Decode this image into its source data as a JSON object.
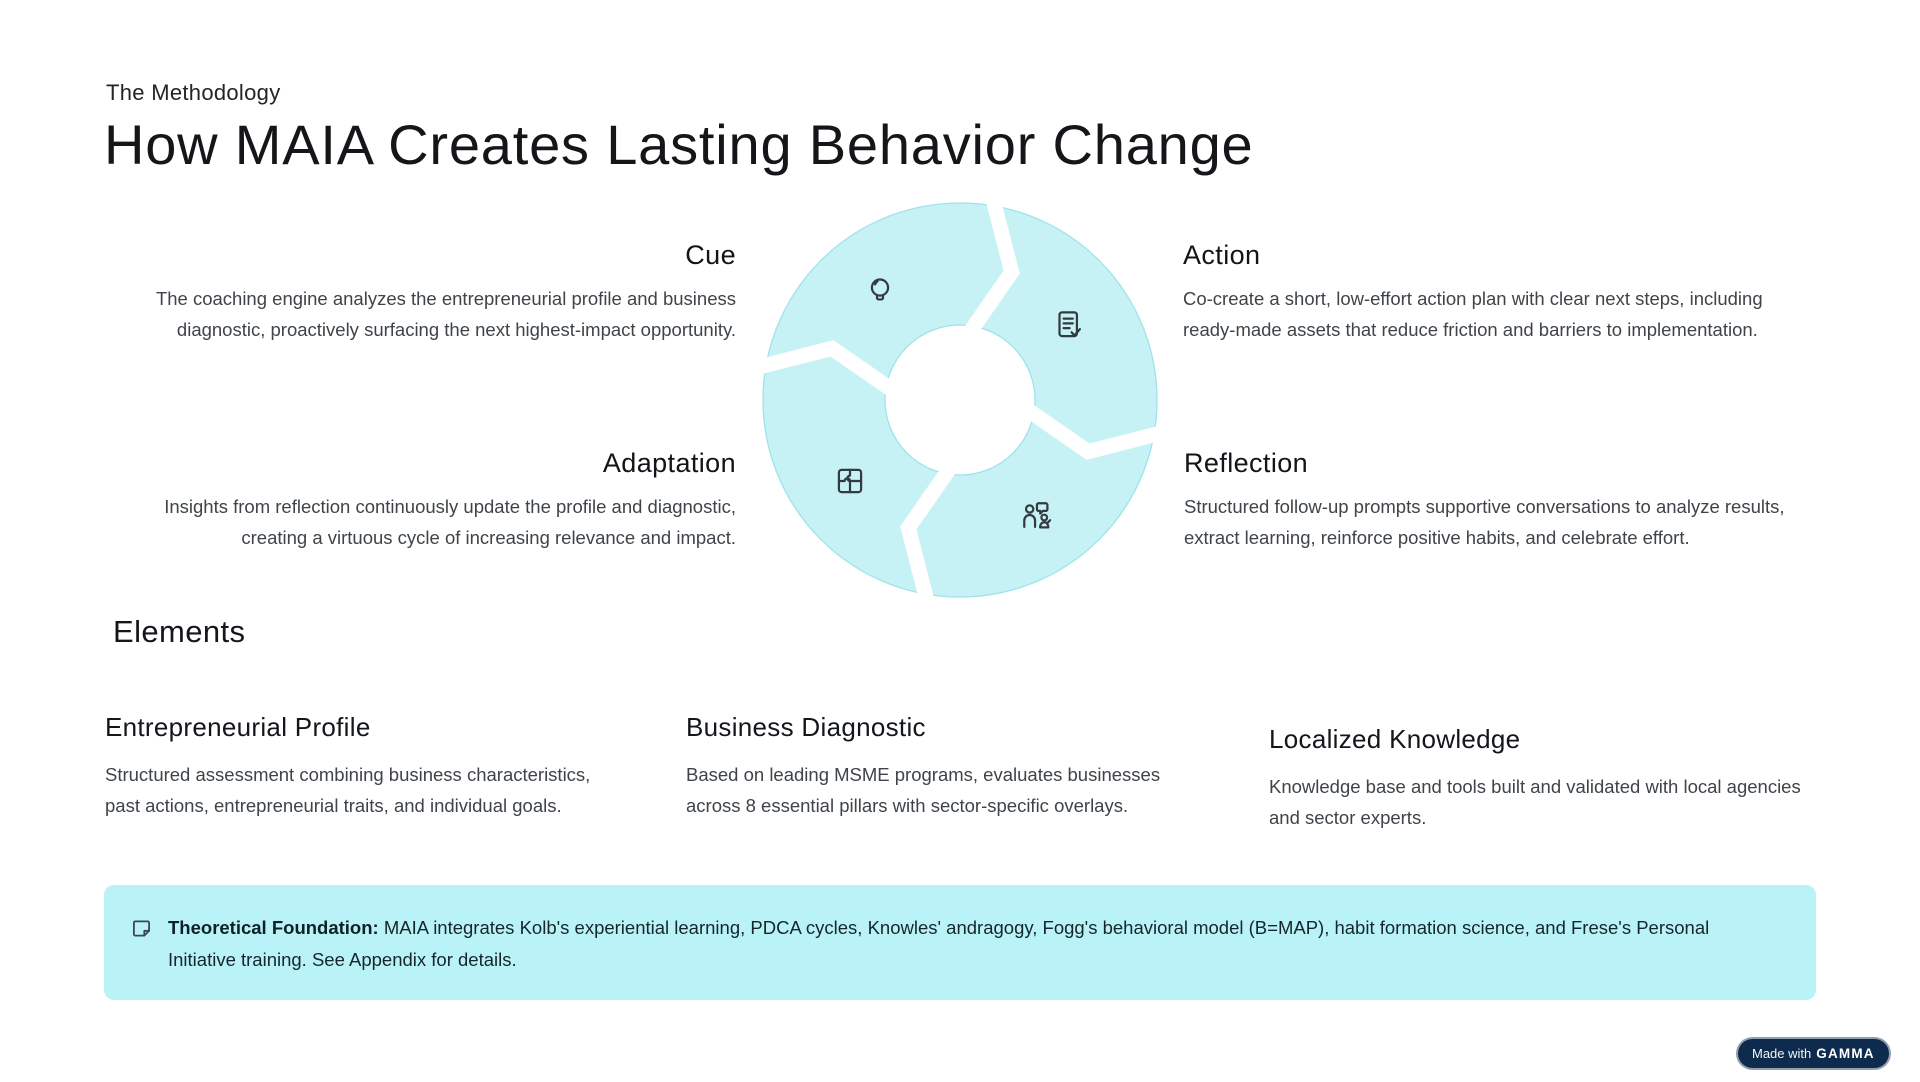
{
  "header": {
    "eyebrow": "The Methodology",
    "title": "How MAIA Creates Lasting Behavior Change"
  },
  "cycle": {
    "steps": [
      {
        "label": "Cue",
        "description": "The coaching engine analyzes the entrepreneurial profile and business diagnostic, proactively surfacing the next highest-impact opportunity.",
        "icon": "lightbulb-icon",
        "position": "top-left"
      },
      {
        "label": "Action",
        "description": "Co-create a short, low-effort action plan with clear next steps, including ready-made assets that reduce friction and barriers to implementation.",
        "icon": "checklist-document-icon",
        "position": "top-right"
      },
      {
        "label": "Reflection",
        "description": "Structured follow-up prompts supportive conversations to analyze results, extract learning, reinforce positive habits, and celebrate effort.",
        "icon": "conversation-people-icon",
        "position": "bottom-right"
      },
      {
        "label": "Adaptation",
        "description": "Insights from reflection continuously update the profile and diagnostic, creating a virtuous cycle of increasing relevance and impact.",
        "icon": "puzzle-icon",
        "position": "bottom-left"
      }
    ],
    "colors": {
      "segment_fill": "#c6f2f6",
      "segment_border": "#9fe3ea",
      "icon_stroke": "#333b41"
    }
  },
  "elements_section": {
    "title": "Elements",
    "items": [
      {
        "title": "Entrepreneurial Profile",
        "description": "Structured assessment combining business characteristics, past actions, entrepreneurial traits, and individual goals."
      },
      {
        "title": "Business Diagnostic",
        "description": "Based on leading MSME programs, evaluates businesses across 8 essential pillars with sector-specific overlays."
      },
      {
        "title": "Localized Knowledge",
        "description": "Knowledge base and tools built and validated with local agencies and sector experts."
      }
    ]
  },
  "callout": {
    "icon": "note-icon",
    "title": "Theoretical Foundation:",
    "text": "MAIA integrates Kolb's experiential learning, PDCA cycles, Knowles' andragogy, Fogg's behavioral model (B=MAP), habit formation science, and Frese's Personal Initiative training. See Appendix for details.",
    "background": "#b9f3f8"
  },
  "badge": {
    "prefix": "Made with",
    "brand": "GAMMA",
    "background": "#0e2b4d"
  }
}
